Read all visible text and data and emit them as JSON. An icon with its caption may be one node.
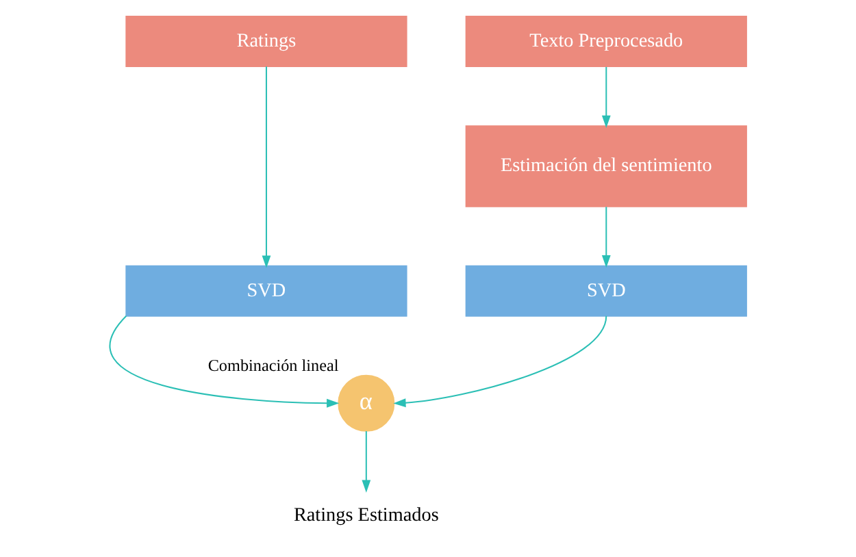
{
  "diagram": {
    "nodes": [
      {
        "text": [
          "Ratings"
        ]
      },
      {
        "text": [
          "Texto Preprocesado"
        ]
      },
      {
        "text": [
          "Estimación del sentimiento"
        ]
      },
      {
        "text": [
          "SVD"
        ]
      },
      {
        "text": [
          "SVD"
        ]
      },
      {
        "text": [
          "α"
        ],
        "beside": [
          "Combinación lineal"
        ]
      },
      {
        "text": [
          "Ratings Estimados"
        ]
      }
    ],
    "edges": [
      {
        "from": 0,
        "to": 3,
        "arrow": "to"
      },
      {
        "from": 1,
        "to": 2,
        "arrow": "to"
      },
      {
        "from": 2,
        "to": 4,
        "arrow": "to"
      },
      {
        "from": 3,
        "to": 5,
        "arrow": "to"
      },
      {
        "from": 4,
        "to": 5,
        "arrow": "to"
      },
      {
        "from": 5,
        "to": 6,
        "arrow": "to"
      }
    ]
  }
}
